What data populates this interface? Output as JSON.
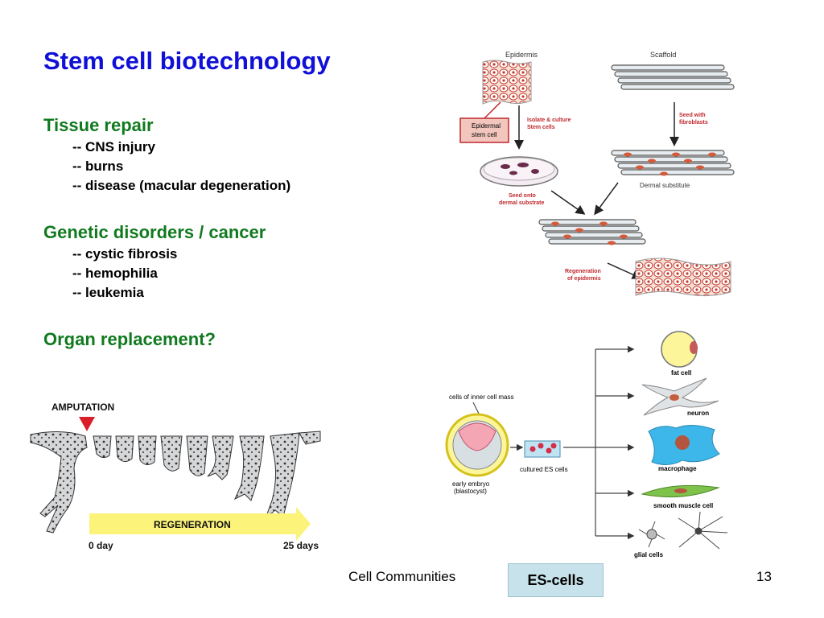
{
  "slide": {
    "title": "Stem cell biotechnology",
    "sections": [
      {
        "heading": "Tissue repair",
        "items": [
          "-- CNS injury",
          "-- burns",
          "-- disease (macular degeneration)"
        ]
      },
      {
        "heading": "Genetic disorders / cancer",
        "items": [
          "-- cystic fibrosis",
          "-- hemophilia",
          "-- leukemia"
        ]
      },
      {
        "heading": "Organ replacement?",
        "items": []
      }
    ],
    "footer": "Cell Communities",
    "badge": "ES-cells",
    "page_number": "13"
  },
  "epidermis_diagram": {
    "epidermis": "Epidermis",
    "scaffold": "Scaffold",
    "stem_cell_box": [
      "Epidermal",
      "stem cell"
    ],
    "isolate": [
      "Isolate & culture",
      "Stem cells"
    ],
    "seed_fibro": [
      "Seed with",
      "fibroblasts"
    ],
    "dermal_substitute": "Dermal substitute",
    "seed_onto": [
      "Seed onto",
      "dermal substrate"
    ],
    "regeneration": [
      "Regeneration",
      "of epidermis"
    ]
  },
  "es_diagram": {
    "inner_mass": "cells of inner cell mass",
    "embryo": [
      "early embryo",
      "(blastocyst)"
    ],
    "cultured": "cultured ES cells",
    "fat": "fat cell",
    "neuron": "neuron",
    "macrophage": "macrophage",
    "smooth": "smooth muscle cell",
    "glial": "glial cells"
  },
  "salamander": {
    "amputation": "AMPUTATION",
    "regeneration": "REGENERATION",
    "start": "0 day",
    "end": "25 days"
  },
  "colors": {
    "title": "#1010d8",
    "section": "#117a1f",
    "badge_bg": "#c7e2ea",
    "arrow_red": "#c0272d"
  }
}
